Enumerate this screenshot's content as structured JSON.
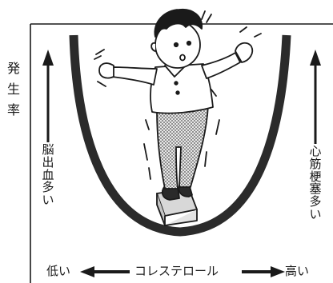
{
  "diagram": {
    "y_axis_title": [
      "発",
      "生",
      "率"
    ],
    "left_arrow_label": [
      "脳",
      "出",
      "血",
      "多",
      "い"
    ],
    "right_arrow_label": [
      "心",
      "筋",
      "梗",
      "塞",
      "多",
      "い"
    ],
    "x_axis": {
      "low": "低い",
      "center": "コレステロール",
      "high": "高い"
    },
    "colors": {
      "ink": "#1a1a1a",
      "curve": "#2b2b2b",
      "pants": "#bdbdbd",
      "stand": "#d8d8d8",
      "background": "#ffffff"
    }
  }
}
